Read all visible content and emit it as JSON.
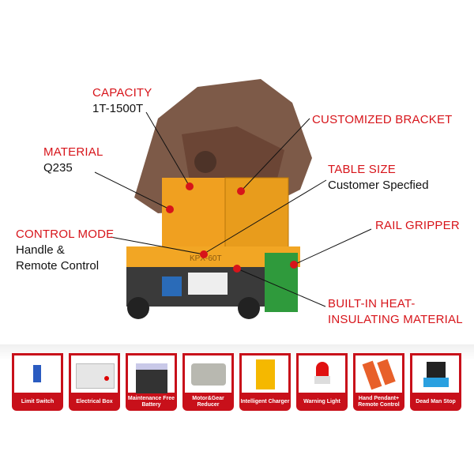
{
  "callouts": [
    {
      "title": "CAPACITY",
      "detail": "1T-1500T"
    },
    {
      "title": "MATERIAL",
      "detail": "Q235"
    },
    {
      "title": "CONTROL MODE",
      "detail_lines": [
        "Handle &",
        "Remote Control"
      ]
    },
    {
      "title": "CUSTOMIZED BRACKET"
    },
    {
      "title": "TABLE SIZE",
      "detail": "Customer Specfied"
    },
    {
      "title": "RAIL GRIPPER"
    },
    {
      "title_lines": [
        "BUILT-IN HEAT-",
        "INSULATING MATERIAL"
      ]
    }
  ],
  "cart_plate": "KPX-60T",
  "components": [
    {
      "label": "Limit Switch",
      "icon": "limit-switch-icon"
    },
    {
      "label": "Electrical Box",
      "icon": "electrical-box-icon"
    },
    {
      "label": "Maintenance Free Battery",
      "icon": "battery-icon"
    },
    {
      "label": "Motor&Gear Reducer",
      "icon": "motor-icon"
    },
    {
      "label": "Intelligent Charger",
      "icon": "charger-icon"
    },
    {
      "label": "Warning Light",
      "icon": "warning-light-icon"
    },
    {
      "label": "Hand Pendant+ Remote Control",
      "icon": "remote-control-icon"
    },
    {
      "label": "Dead Man Stop",
      "icon": "dead-man-stop-icon"
    }
  ],
  "colors": {
    "accent": "#d7141a",
    "cart": "#f0a020",
    "gripper": "#2f9a3c"
  }
}
